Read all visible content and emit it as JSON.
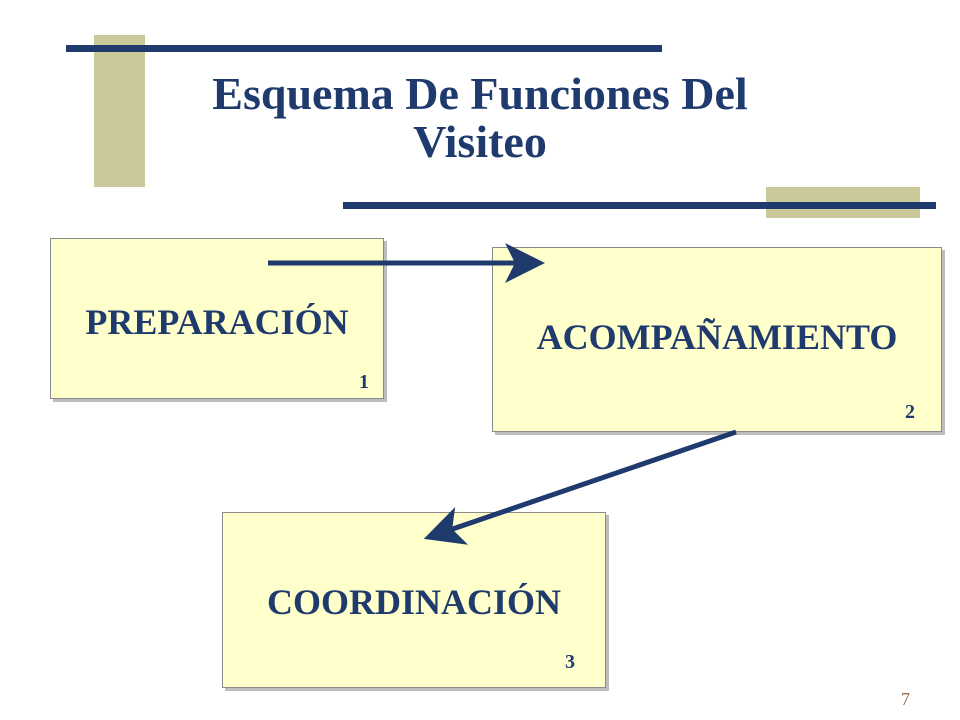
{
  "slide": {
    "title_line1": "Esquema De Funciones Del",
    "title_line2": "Visiteo",
    "page_number": "7"
  },
  "boxes": [
    {
      "label": "PREPARACIÓN",
      "number": "1"
    },
    {
      "label": "ACOMPAÑAMIENTO",
      "number": "2"
    },
    {
      "label": "COORDINACIÓN",
      "number": "3"
    }
  ],
  "colors": {
    "accent_navy": "#1f3a6d",
    "accent_khaki": "#c9c99a",
    "box_fill": "#ffffcc",
    "page_number": "#9a6a4a"
  }
}
